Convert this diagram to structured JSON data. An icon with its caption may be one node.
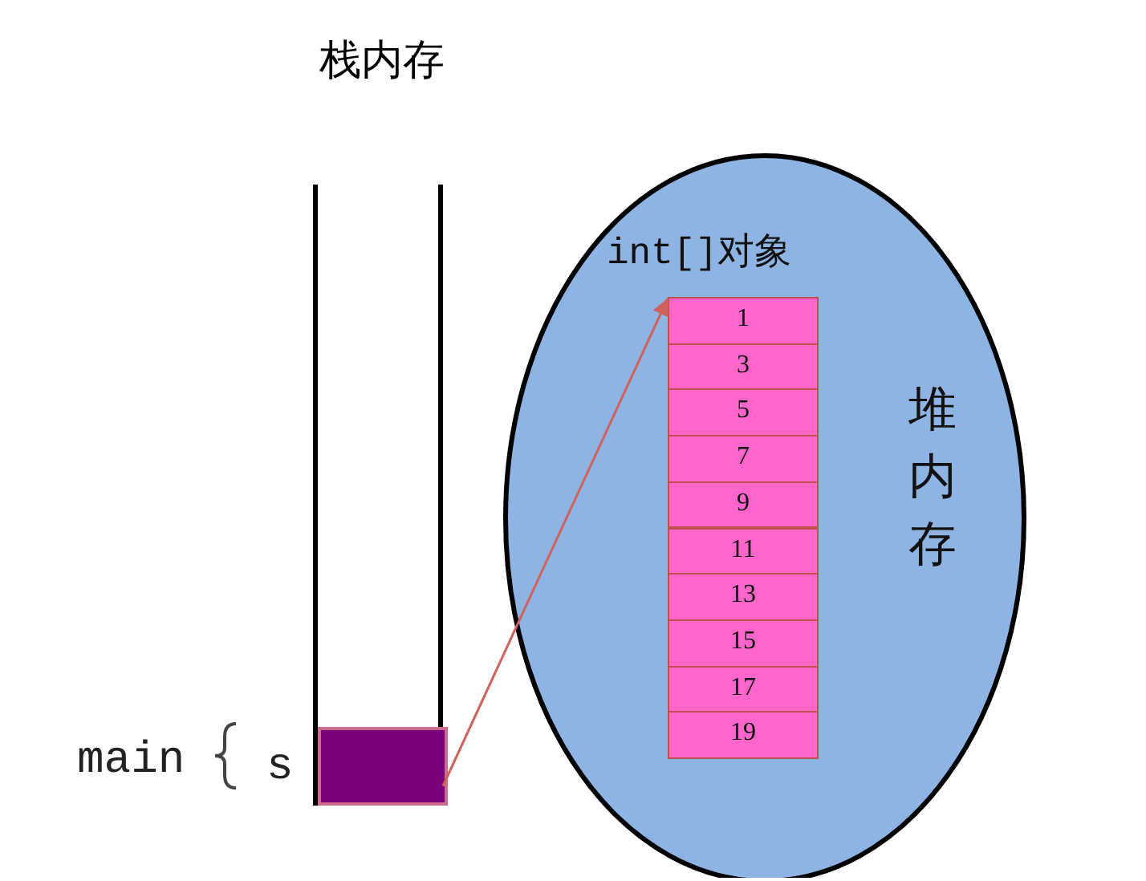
{
  "diagram": {
    "nodes": [
      {
        "text": [
          "栈内存"
        ]
      },
      {
        "text": [],
        "shape": "box",
        "in": 0,
        "beside": [
          "main",
          "s"
        ]
      },
      {
        "text": [
          "堆内存"
        ]
      },
      {
        "text": [
          "int[]对象"
        ],
        "in": 2
      },
      {
        "text": [
          "1"
        ],
        "in": 3
      },
      {
        "text": [
          "3"
        ],
        "in": 3
      },
      {
        "text": [
          "5"
        ],
        "in": 3
      },
      {
        "text": [
          "7"
        ],
        "in": 3
      },
      {
        "text": [
          "9"
        ],
        "in": 3
      },
      {
        "text": [
          "11"
        ],
        "in": 3
      },
      {
        "text": [
          "13"
        ],
        "in": 3
      },
      {
        "text": [
          "15"
        ],
        "in": 3
      },
      {
        "text": [
          "17"
        ],
        "in": 3
      },
      {
        "text": [
          "19"
        ],
        "in": 3
      }
    ],
    "edges": [
      {
        "from": 1,
        "to": 4,
        "arrow": "to",
        "color": "#d0625e"
      }
    ]
  }
}
